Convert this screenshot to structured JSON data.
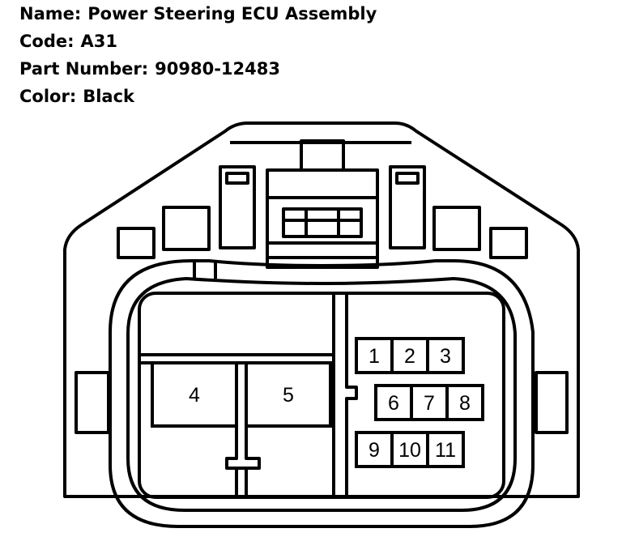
{
  "info": {
    "name_label": "Name:",
    "name_value": "Power Steering ECU Assembly",
    "code_label": "Code:",
    "code_value": "A31",
    "part_label": "Part Number:",
    "part_value": "90980-12483",
    "color_label": "Color:",
    "color_value": "Black"
  },
  "pins": [
    "1",
    "2",
    "3",
    "4",
    "5",
    "6",
    "7",
    "8",
    "9",
    "10",
    "11"
  ]
}
